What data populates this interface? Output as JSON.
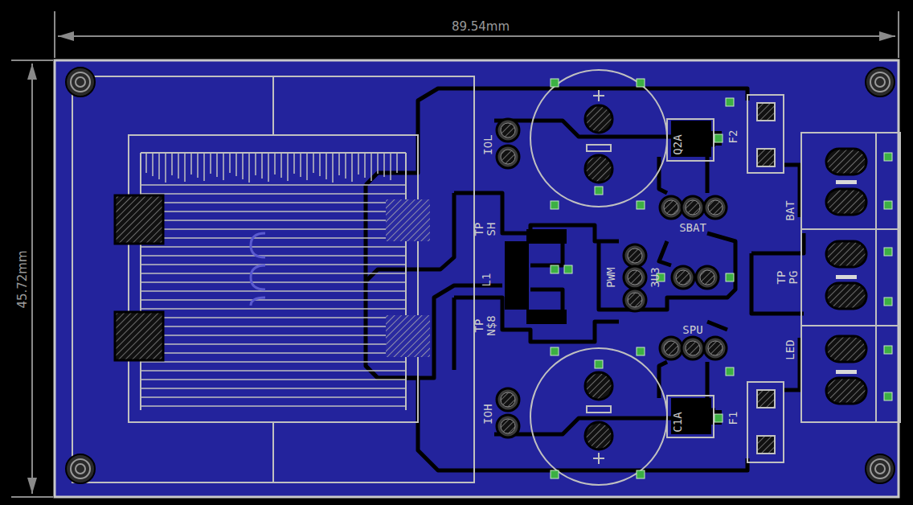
{
  "diagram": {
    "labels": [
      "89.54mm",
      "45.72mm",
      "IOL",
      "Q2A",
      "F2",
      "BAT",
      "SBAT",
      "TP",
      "SH",
      "L1",
      "PWM",
      "3U3",
      "TP",
      "PG",
      "LED",
      "SPU",
      "TP",
      "N$8",
      "IOH",
      "C1A",
      "F1"
    ]
  }
}
